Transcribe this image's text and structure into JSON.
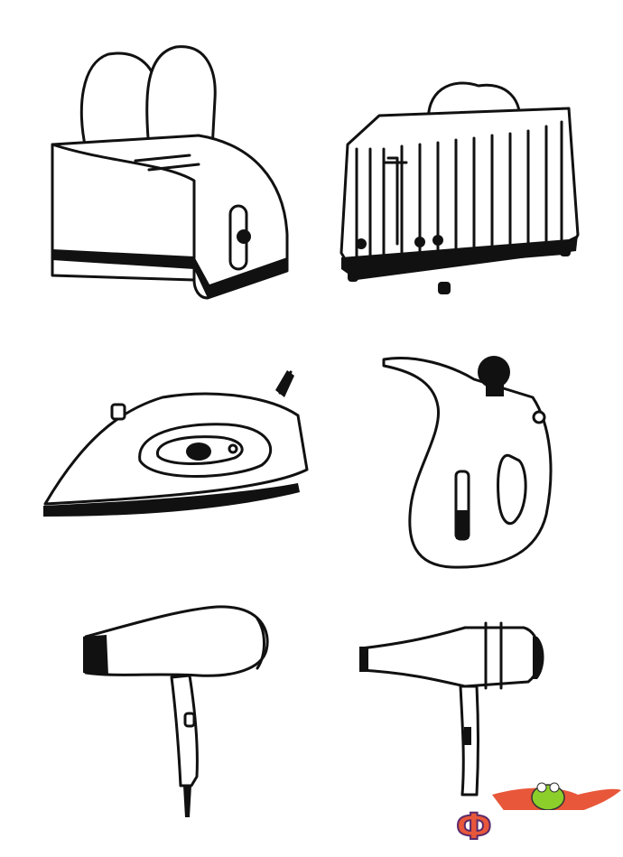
{
  "illustrations": [
    {
      "subject": "toaster-with-toast",
      "icon": "toaster-icon"
    },
    {
      "subject": "striped-toaster",
      "icon": "toaster-icon"
    },
    {
      "subject": "clothes-iron",
      "icon": "iron-icon"
    },
    {
      "subject": "garment-steamer",
      "icon": "steamer-icon"
    },
    {
      "subject": "hair-dryer-plain",
      "icon": "hair-dryer-icon"
    },
    {
      "subject": "hair-dryer-banded",
      "icon": "hair-dryer-icon"
    }
  ],
  "watermark": {
    "logo_text": "Ф",
    "colors": {
      "cape": "#e8573a",
      "frog": "#8ccf2a",
      "text": "#e8573a"
    }
  }
}
